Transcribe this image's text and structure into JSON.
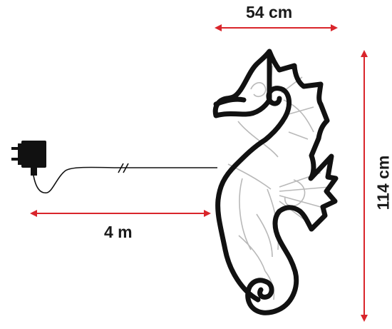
{
  "dimensions": {
    "width": "54 cm",
    "height": "114 cm",
    "cable_length": "4 m"
  },
  "colors": {
    "arrow": "#d9252b",
    "outline": "#111111",
    "inner_lines": "#b9b9b9",
    "cable": "#111111"
  },
  "icons": [
    "power-adapter-icon",
    "seahorse-outline"
  ]
}
